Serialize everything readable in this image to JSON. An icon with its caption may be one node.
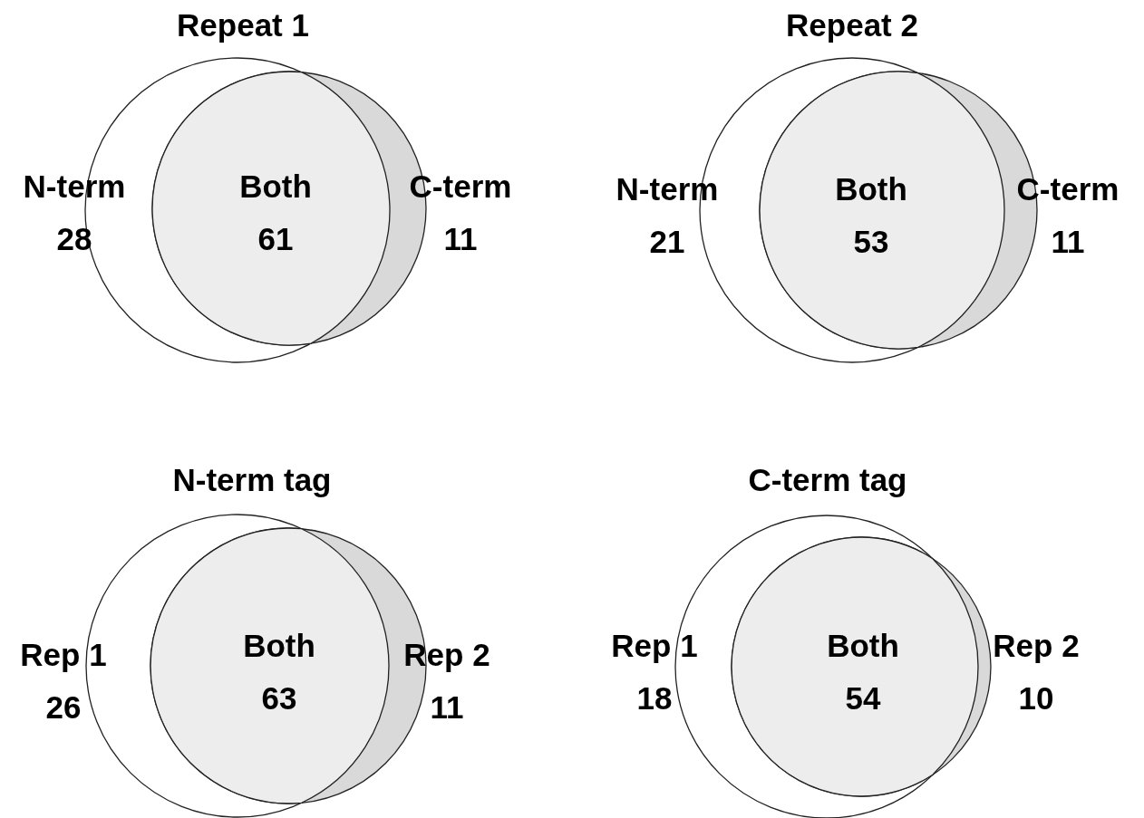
{
  "diagram": {
    "labels": [
      "Repeat 1",
      "Repeat 2",
      "N-term 28",
      "Both 61",
      "C-term 11",
      "N-term 21",
      "Both 53",
      "C-term 11",
      "N-term tag",
      "C-term tag",
      "Rep 1 26",
      "Both 63",
      "Rep 2 11",
      "Rep 1 18",
      "Both 54",
      "Rep 2 10"
    ]
  }
}
